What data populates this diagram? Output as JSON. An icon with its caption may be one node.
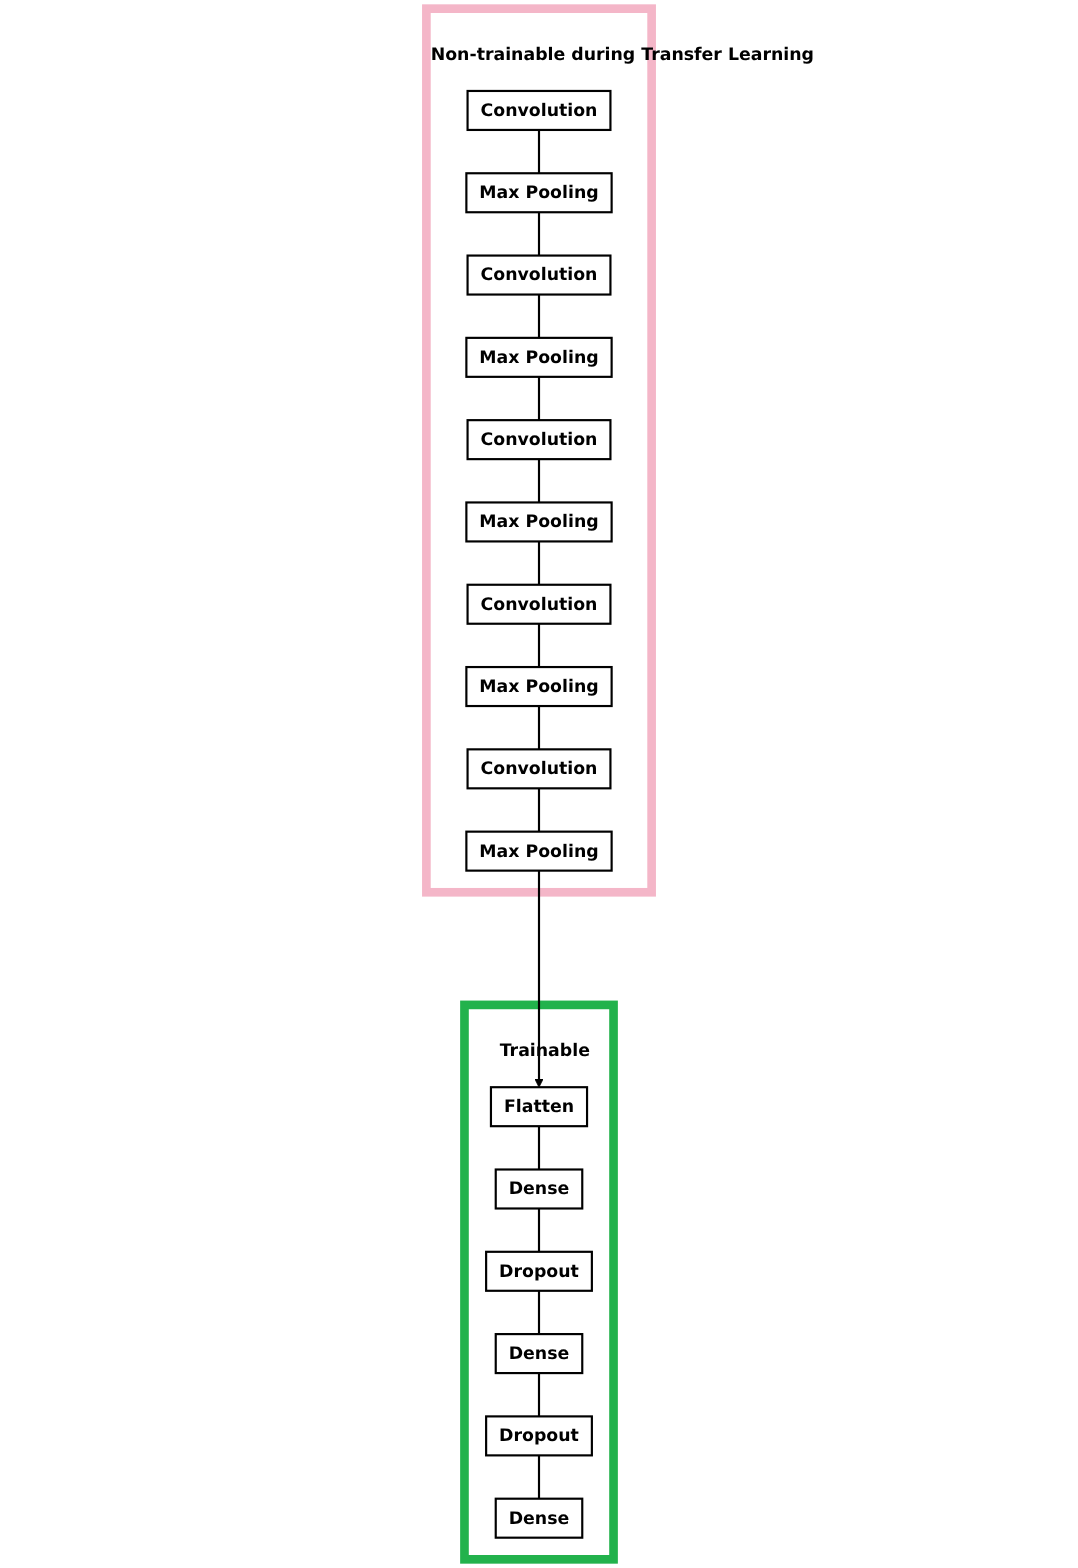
{
  "diagram": {
    "nodes": [
      {
        "text": [
          "Non-trainable during Transfer Learning"
        ]
      },
      {
        "text": [
          "Convolution"
        ],
        "in": 0
      },
      {
        "text": [
          "Max Pooling"
        ],
        "in": 0
      },
      {
        "text": [
          "Convolution"
        ],
        "in": 0
      },
      {
        "text": [
          "Max Pooling"
        ],
        "in": 0
      },
      {
        "text": [
          "Convolution"
        ],
        "in": 0
      },
      {
        "text": [
          "Max Pooling"
        ],
        "in": 0
      },
      {
        "text": [
          "Convolution"
        ],
        "in": 0
      },
      {
        "text": [
          "Max Pooling"
        ],
        "in": 0
      },
      {
        "text": [
          "Convolution"
        ],
        "in": 0
      },
      {
        "text": [
          "Max Pooling"
        ],
        "in": 0
      },
      {
        "text": [
          "Trainable"
        ]
      },
      {
        "text": [
          "Flatten"
        ],
        "in": 11
      },
      {
        "text": [
          "Dense"
        ],
        "in": 11
      },
      {
        "text": [
          "Dropout"
        ],
        "in": 11
      },
      {
        "text": [
          "Dense"
        ],
        "in": 11
      },
      {
        "text": [
          "Dropout"
        ],
        "in": 11
      },
      {
        "text": [
          "Dense"
        ],
        "in": 11
      }
    ],
    "edges": [
      {
        "from": 1,
        "to": 2,
        "arrow": "none"
      },
      {
        "from": 2,
        "to": 3,
        "arrow": "none"
      },
      {
        "from": 3,
        "to": 4,
        "arrow": "none"
      },
      {
        "from": 4,
        "to": 5,
        "arrow": "none"
      },
      {
        "from": 5,
        "to": 6,
        "arrow": "none"
      },
      {
        "from": 6,
        "to": 7,
        "arrow": "none"
      },
      {
        "from": 7,
        "to": 8,
        "arrow": "none"
      },
      {
        "from": 8,
        "to": 9,
        "arrow": "none"
      },
      {
        "from": 9,
        "to": 10,
        "arrow": "none"
      },
      {
        "from": 10,
        "to": 12,
        "arrow": "to"
      },
      {
        "from": 12,
        "to": 13,
        "arrow": "none"
      },
      {
        "from": 13,
        "to": 14,
        "arrow": "none"
      },
      {
        "from": 14,
        "to": 15,
        "arrow": "none"
      },
      {
        "from": 15,
        "to": 16,
        "arrow": "none"
      },
      {
        "from": 16,
        "to": 17,
        "arrow": "none"
      }
    ]
  }
}
